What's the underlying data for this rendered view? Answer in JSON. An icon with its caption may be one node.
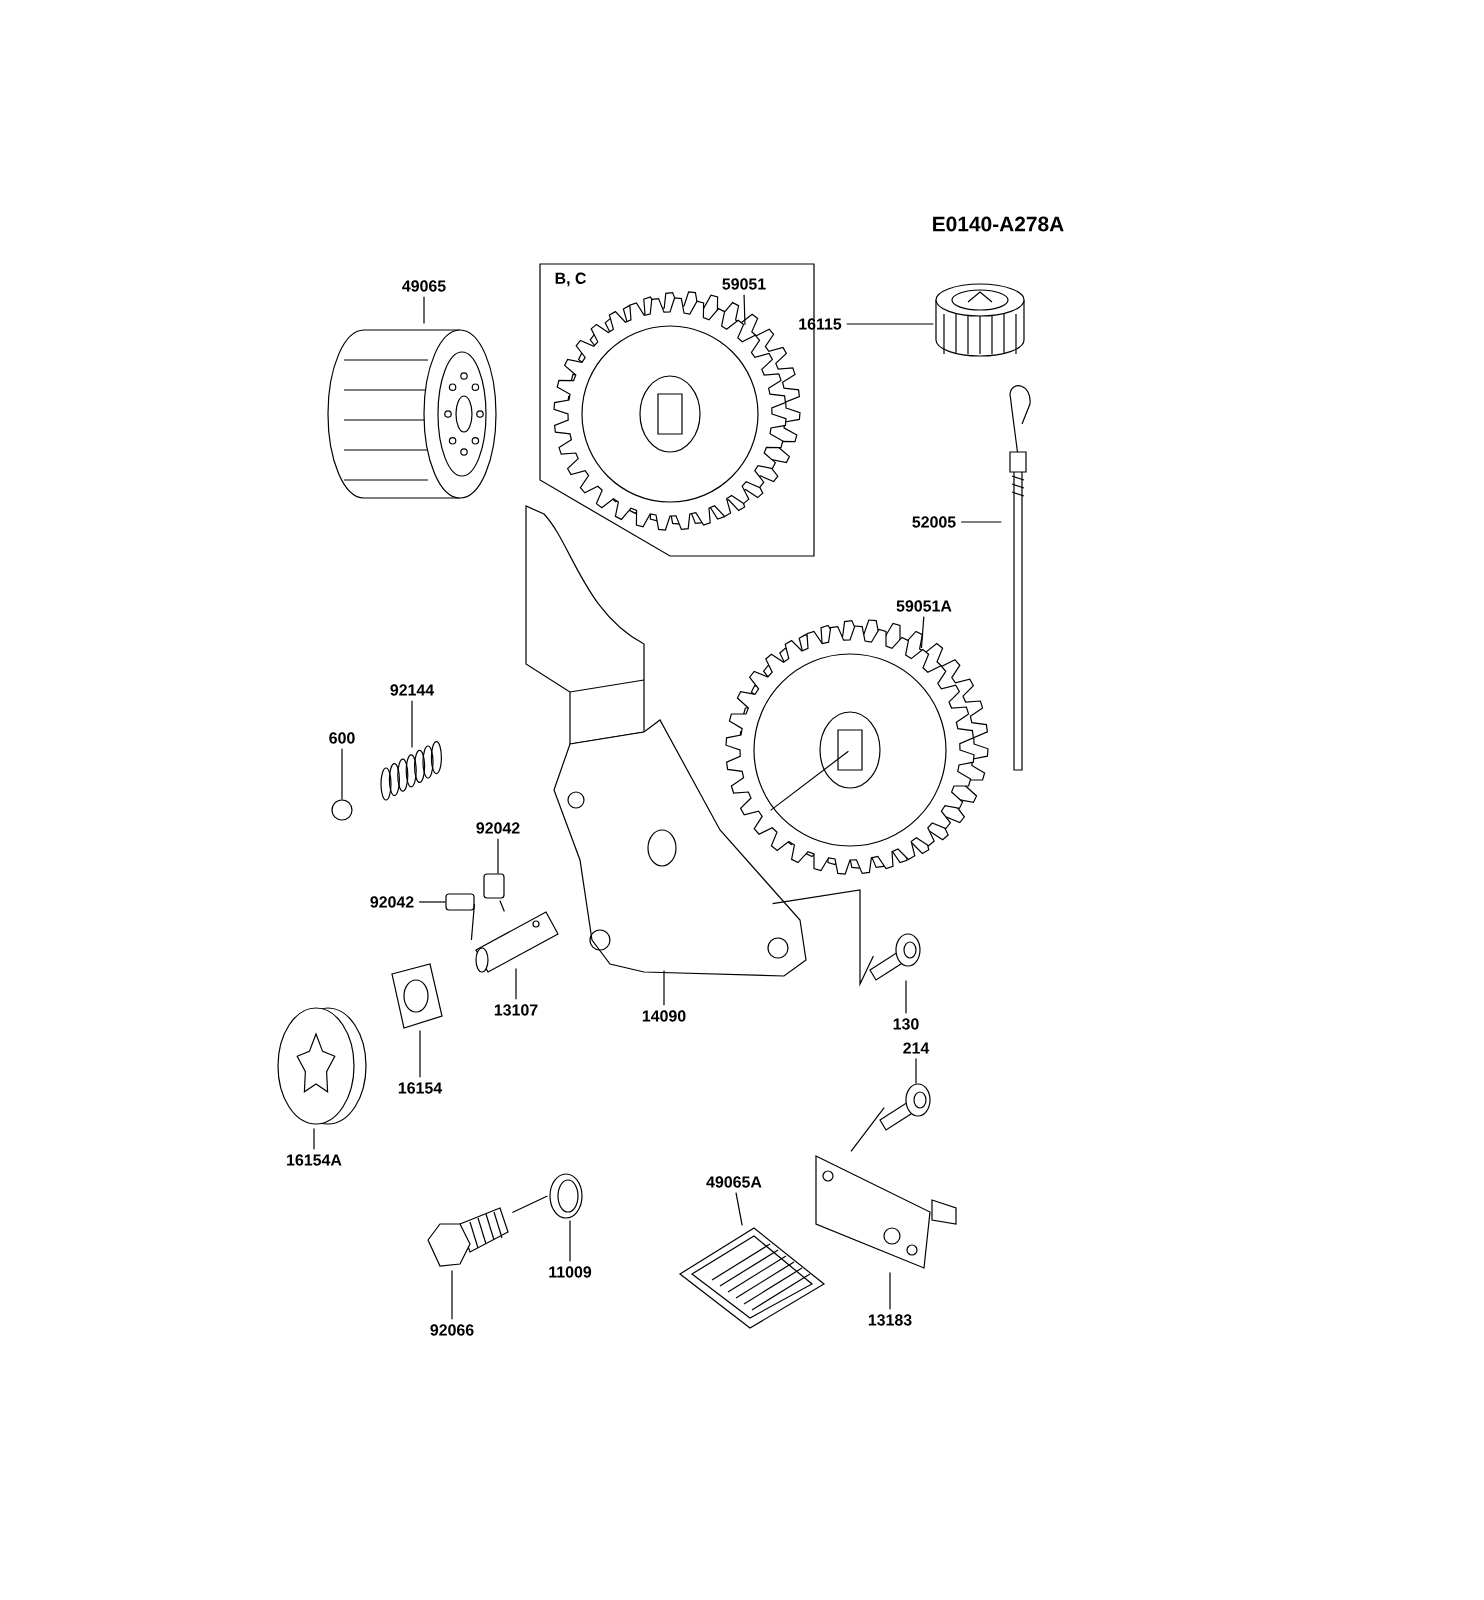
{
  "diagram": {
    "nodes": [
      {
        "text": [
          "49065"
        ]
      },
      {
        "text": [
          "B, C"
        ]
      },
      {
        "text": [
          "59051"
        ],
        "in": 1
      },
      {
        "text": [],
        "shape": "picture",
        "in": 1
      },
      {
        "text": [
          "16115"
        ]
      },
      {
        "text": [],
        "shape": "picture"
      },
      {
        "text": [],
        "shape": "picture"
      },
      {
        "text": [
          "52005"
        ]
      },
      {
        "text": [],
        "shape": "picture"
      },
      {
        "text": [
          "59051A"
        ]
      },
      {
        "text": [],
        "shape": "picture"
      },
      {
        "text": [],
        "shape": "picture"
      },
      {
        "text": [
          "92144"
        ]
      },
      {
        "text": [],
        "shape": "picture"
      },
      {
        "text": [
          "600"
        ]
      },
      {
        "text": [],
        "shape": "circle"
      },
      {
        "text": [
          "92042"
        ]
      },
      {
        "text": [],
        "shape": "bar"
      },
      {
        "text": [
          "92042"
        ]
      },
      {
        "text": [],
        "shape": "bar"
      },
      {
        "text": [],
        "shape": "picture"
      },
      {
        "text": [
          "13107"
        ]
      },
      {
        "text": [
          "14090"
        ]
      },
      {
        "text": [],
        "shape": "picture"
      },
      {
        "text": [
          "130"
        ]
      },
      {
        "text": [
          "214"
        ]
      },
      {
        "text": [],
        "shape": "picture"
      },
      {
        "text": [],
        "shape": "picture"
      },
      {
        "text": [
          "16154"
        ]
      },
      {
        "text": [],
        "shape": "picture"
      },
      {
        "text": [
          "16154A"
        ]
      },
      {
        "text": [
          "49065A"
        ]
      },
      {
        "text": [],
        "shape": "picture"
      },
      {
        "text": [],
        "shape": "picture"
      },
      {
        "text": [
          "13183"
        ]
      },
      {
        "text": [],
        "shape": "picture"
      },
      {
        "text": [
          "11009"
        ]
      },
      {
        "text": [],
        "shape": "picture"
      },
      {
        "text": [
          "92066"
        ]
      }
    ],
    "edges": [
      {
        "from": 0,
        "to": 5,
        "arrow": "none"
      },
      {
        "from": 2,
        "to": 3,
        "arrow": "none"
      },
      {
        "from": 4,
        "to": 6,
        "arrow": "none"
      },
      {
        "from": 7,
        "to": 8,
        "arrow": "none"
      },
      {
        "from": 9,
        "to": 10,
        "arrow": "none"
      },
      {
        "from": 12,
        "to": 13,
        "arrow": "none"
      },
      {
        "from": 14,
        "to": 15,
        "arrow": "none"
      },
      {
        "from": 16,
        "to": 17,
        "arrow": "none"
      },
      {
        "from": 18,
        "to": 19,
        "arrow": "none"
      },
      {
        "from": 21,
        "to": 20,
        "arrow": "none"
      },
      {
        "from": 22,
        "to": 11,
        "arrow": "none"
      },
      {
        "from": 24,
        "to": 23,
        "arrow": "none"
      },
      {
        "from": 25,
        "to": 26,
        "arrow": "none"
      },
      {
        "from": 28,
        "to": 27,
        "arrow": "none"
      },
      {
        "from": 30,
        "to": 29,
        "arrow": "none"
      },
      {
        "from": 31,
        "to": 32,
        "arrow": "none"
      },
      {
        "from": 34,
        "to": 33,
        "arrow": "none"
      },
      {
        "from": 36,
        "to": 35,
        "arrow": "none"
      },
      {
        "from": 38,
        "to": 37,
        "arrow": "none"
      },
      {
        "from": 10,
        "to": 11,
        "arrow": "none"
      },
      {
        "from": 11,
        "to": 23,
        "arrow": "none"
      },
      {
        "from": 17,
        "to": 20,
        "arrow": "none"
      },
      {
        "from": 19,
        "to": 20,
        "arrow": "none"
      },
      {
        "from": 26,
        "to": 33,
        "arrow": "none"
      },
      {
        "from": 37,
        "to": 35,
        "arrow": "none"
      }
    ],
    "labels": [
      "E0140-A278A"
    ]
  }
}
